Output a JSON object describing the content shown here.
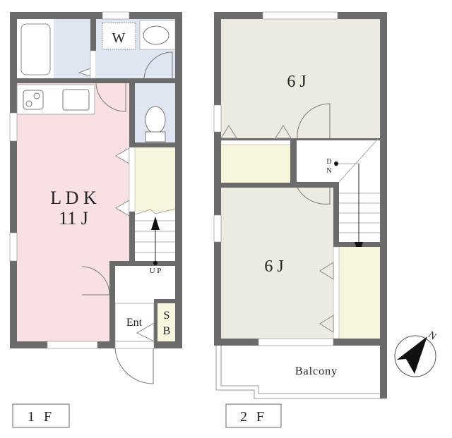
{
  "floor1": {
    "label": "1 F",
    "rooms": {
      "ldk_line1": "L D K",
      "ldk_line2": "11 J",
      "washer": "W",
      "stairs": "U P",
      "entrance": "Ent",
      "shoe_box_1": "S",
      "shoe_box_2": "B"
    }
  },
  "floor2": {
    "label": "2 F",
    "rooms": {
      "room_north": "6 J",
      "room_south": "6 J",
      "stairs_1": "D",
      "stairs_2": "N",
      "balcony": "Balcony"
    }
  },
  "compass": {
    "label": "N"
  },
  "colors": {
    "wall": "#6b6b6b",
    "ldk": "#f9e1e3",
    "wet": "#dfe5f1",
    "closet": "#f7f5dc",
    "room": "#edeae1"
  }
}
